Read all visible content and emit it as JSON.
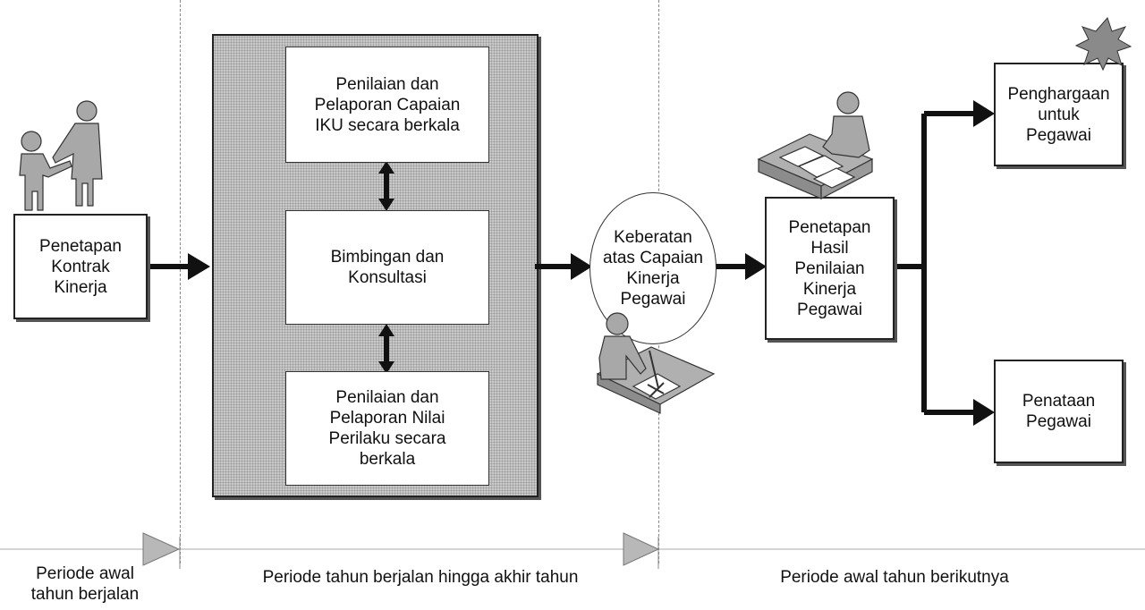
{
  "boxes": {
    "penetapan_kontrak": "Penetapan\nKontrak\nKinerja",
    "penilaian_iku": "Penilaian dan\nPelaporan Capaian\nIKU secara berkala",
    "bimbingan": "Bimbingan dan\nKonsultasi",
    "penilaian_perilaku": "Penilaian dan\nPelaporan Nilai\nPerilaku secara\nberkala",
    "keberatan": "Keberatan\natas Capaian\nKinerja\nPegawai",
    "penetapan_hasil": "Penetapan\nHasil\nPenilaian\nKinerja\nPegawai",
    "penghargaan": "Penghargaan\nuntuk\nPegawai",
    "penataan": "Penataan\nPegawai"
  },
  "timeline": {
    "period_1": "Periode awal\ntahun berjalan",
    "period_2": "Periode tahun berjalan hingga akhir tahun",
    "period_3": "Periode awal tahun berikutnya"
  },
  "colors": {
    "panel_fill": "#c8c8c8",
    "arrow": "#111111",
    "triangle": "#b8b8b8",
    "star": "#8a8a8a",
    "figure": "#a8a8a8"
  },
  "icons": [
    "handshake-figures-icon",
    "writing-person-icon",
    "reading-person-icon",
    "star-icon"
  ]
}
